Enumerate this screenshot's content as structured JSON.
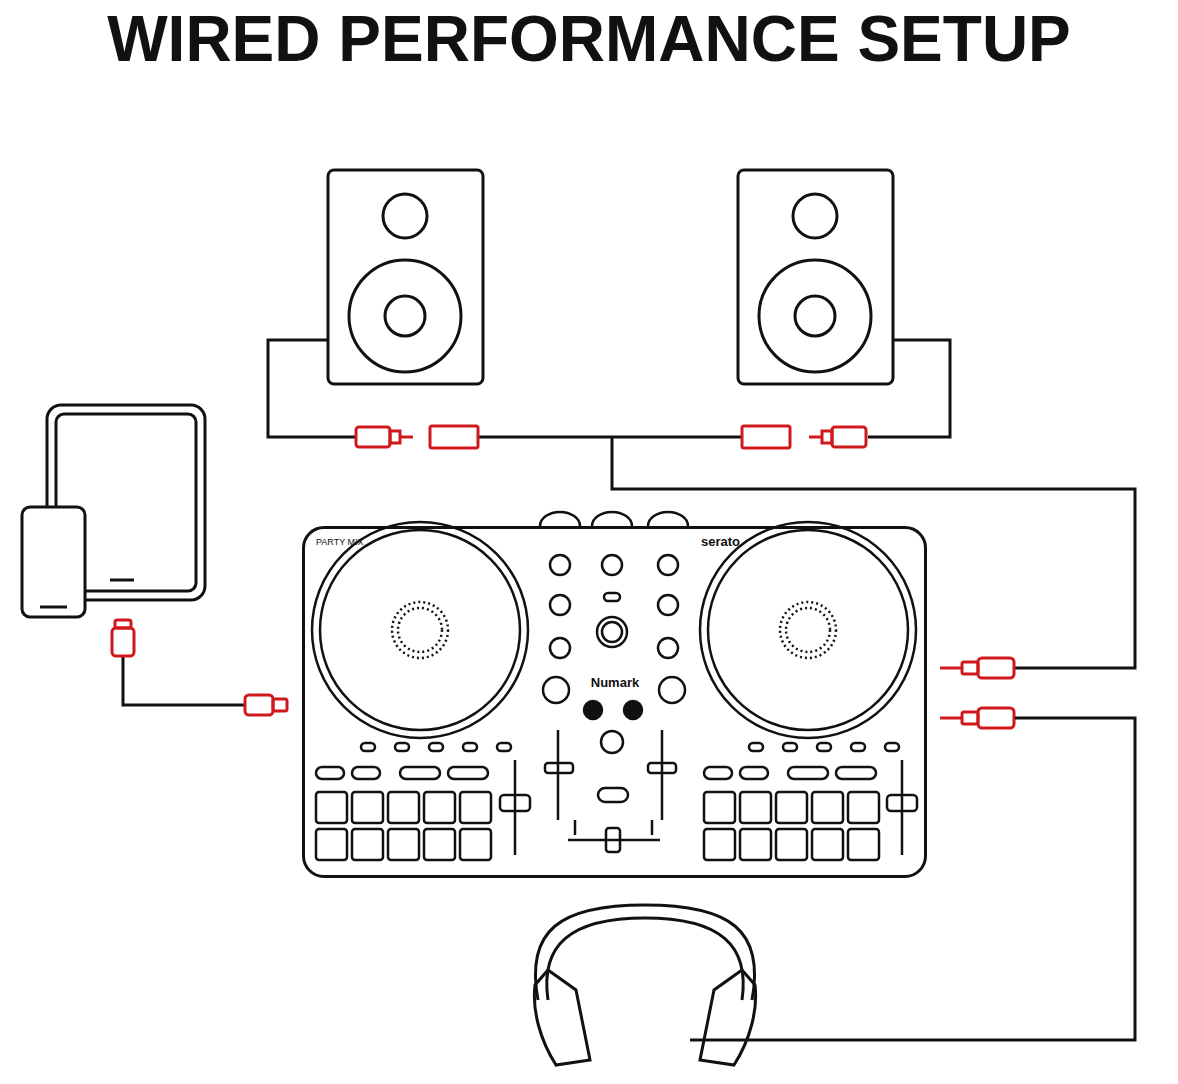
{
  "diagram": {
    "title": "WIRED PERFORMANCE SETUP",
    "nodes": [
      {
        "text": [
          "PARTY MIX",
          "serato",
          "Numark"
        ]
      }
    ]
  }
}
